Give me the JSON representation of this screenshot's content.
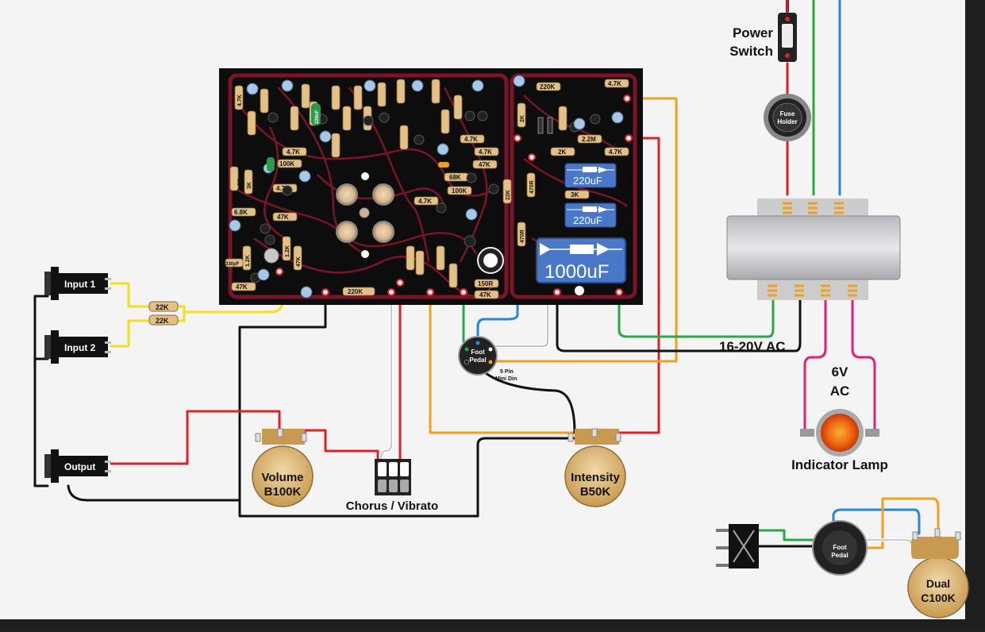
{
  "labels": {
    "power_switch_1": "Power",
    "power_switch_2": "Switch",
    "fuse_holder_1": "Fuse",
    "fuse_holder_2": "Holder",
    "input1": "Input 1",
    "input2": "Input 2",
    "output": "Output",
    "volume_1": "Volume",
    "volume_2": "B100K",
    "intensity_1": "Intensity",
    "intensity_2": "B50K",
    "chorus_vibrato": "Chorus / Vibrato",
    "foot_pedal_1": "Foot",
    "foot_pedal_2": "Pedal",
    "din_1": "5 Pin",
    "din_2": "Mini Din",
    "ac_voltage": "16-20V AC",
    "lamp_voltage_1": "6V",
    "lamp_voltage_2": "AC",
    "indicator_lamp": "Indicator Lamp",
    "dual_pot_1": "Dual",
    "dual_pot_2": "C100K"
  },
  "resistors": {
    "r_22k_a": "22K",
    "r_22k_b": "22K",
    "r_220k_bottom": "220K",
    "r_220k_top": "220K",
    "r_47k_left": "47K",
    "r_68k": "6.8K",
    "r_1k": "1K",
    "r_3k": "3K",
    "r_100k_a": "100K",
    "r_47k_a": "4.7K",
    "r_47k_b": "4.7K",
    "r_47k_c": "4.7K",
    "r_47k_d": "4.7K",
    "r_47k_e": "4.7K",
    "r_47k_f": "4.7K",
    "r_47k_g": "47K",
    "r_47k_h": "47K",
    "r_47k_i": "47K",
    "r_68k_mid": "68K",
    "r_100k_b": "100K",
    "r_150r": "150R",
    "r_47k_j": "47K",
    "r_2k": "2K",
    "r_22m": "2.2M",
    "r_3k_b": "3K",
    "r_470r_a": "470R",
    "r_470r_b": "470R",
    "r_22k_c": "22K",
    "r_2k_b": "2K",
    "r_47k_k": "4.7K",
    "r_47k_top": "4.7K",
    "r_12k": "1.2K",
    "r_12k_b": "1.2K",
    "r_330pf": "330pF"
  },
  "capacitors": {
    "c_220uf_a": "220uF",
    "c_220uf_b": "220uF",
    "c_1000uf": "1000uF",
    "c_220nf": "220nF"
  },
  "colors": {
    "background": "#f4f4f4",
    "pcb": "#0d0d0d",
    "trace": "#7a1428",
    "wire_red": "#e0202a",
    "wire_green": "#2aa845",
    "wire_blue": "#2c86d6",
    "wire_yellow": "#f0e020",
    "wire_orange": "#f0a020",
    "wire_magenta": "#e0207a",
    "wire_black": "#111111",
    "wire_white": "#ffffff"
  }
}
